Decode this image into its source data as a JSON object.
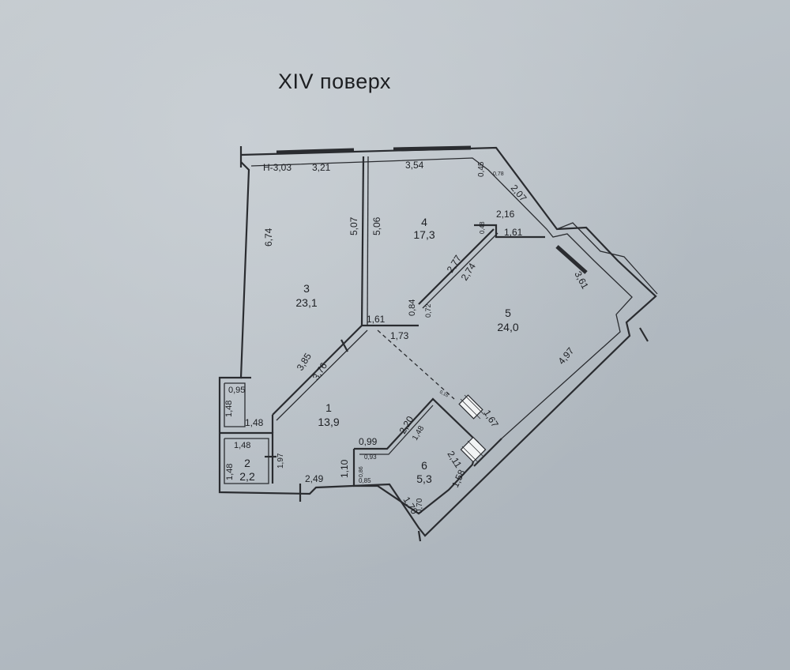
{
  "title": "XIV поверх",
  "rooms": [
    {
      "id": "1",
      "area": "13,9"
    },
    {
      "id": "2",
      "area": "2,2"
    },
    {
      "id": "3",
      "area": "23,1"
    },
    {
      "id": "4",
      "area": "17,3"
    },
    {
      "id": "5",
      "area": "24,0"
    },
    {
      "id": "6",
      "area": "5,3"
    }
  ],
  "height_label": "Н-3,03",
  "dimensions": [
    "3,21",
    "3,54",
    "0,45",
    "0,78",
    "2,07",
    "6,74",
    "5,07",
    "5,06",
    "2,16",
    "0,48",
    "1,61",
    "2,77",
    "2,74",
    "3,61",
    "0,84",
    "0,72",
    "1,61",
    "1,73",
    "3,85",
    "3,76",
    "4,97",
    "0,95",
    "1,48",
    "1,48",
    "1,67",
    "2,20",
    "1,48",
    "0,99",
    "0,93",
    "1,48",
    "1,48",
    "1,97",
    "1,10",
    "2,11",
    "0,86",
    "0,85",
    "2,49",
    "1,58",
    "1,70",
    "0,70",
    "0,16"
  ]
}
